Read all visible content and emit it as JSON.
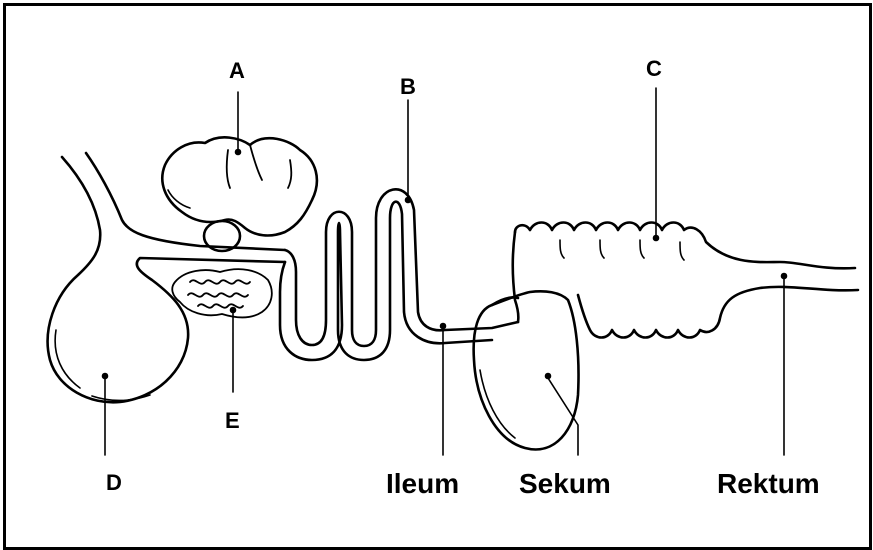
{
  "labels": {
    "a": "A",
    "b": "B",
    "c": "C",
    "d": "D",
    "e": "E",
    "ileum": "Ileum",
    "sekum": "Sekum",
    "rektum": "Rektum"
  },
  "colors": {
    "ink": "#000000",
    "background": "#ffffff"
  }
}
